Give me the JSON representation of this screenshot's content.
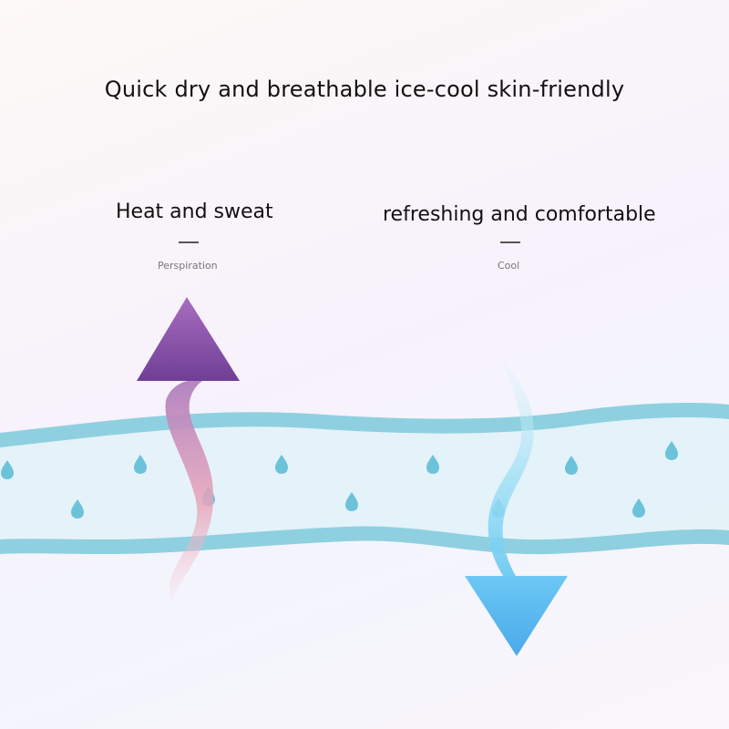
{
  "headline": "Quick dry and breathable ice-cool skin-friendly",
  "left": {
    "title": "Heat and sweat",
    "label": "Perspiration"
  },
  "right": {
    "title": "refreshing and comfortable",
    "label": "Cool"
  },
  "colors": {
    "band": "#8fd0e0",
    "band_fill": "#dff1f8",
    "drop": "#6cc3d9",
    "warm_arrow_head": "#8a4fa4",
    "warm_arrow_tail": "#e8a3b8",
    "cool_arrow_head": "#5ab8ee",
    "cool_arrow_tail": "#c4ecf9"
  },
  "icons": [
    "water-drop-icon",
    "up-arrow-icon",
    "down-arrow-icon"
  ]
}
